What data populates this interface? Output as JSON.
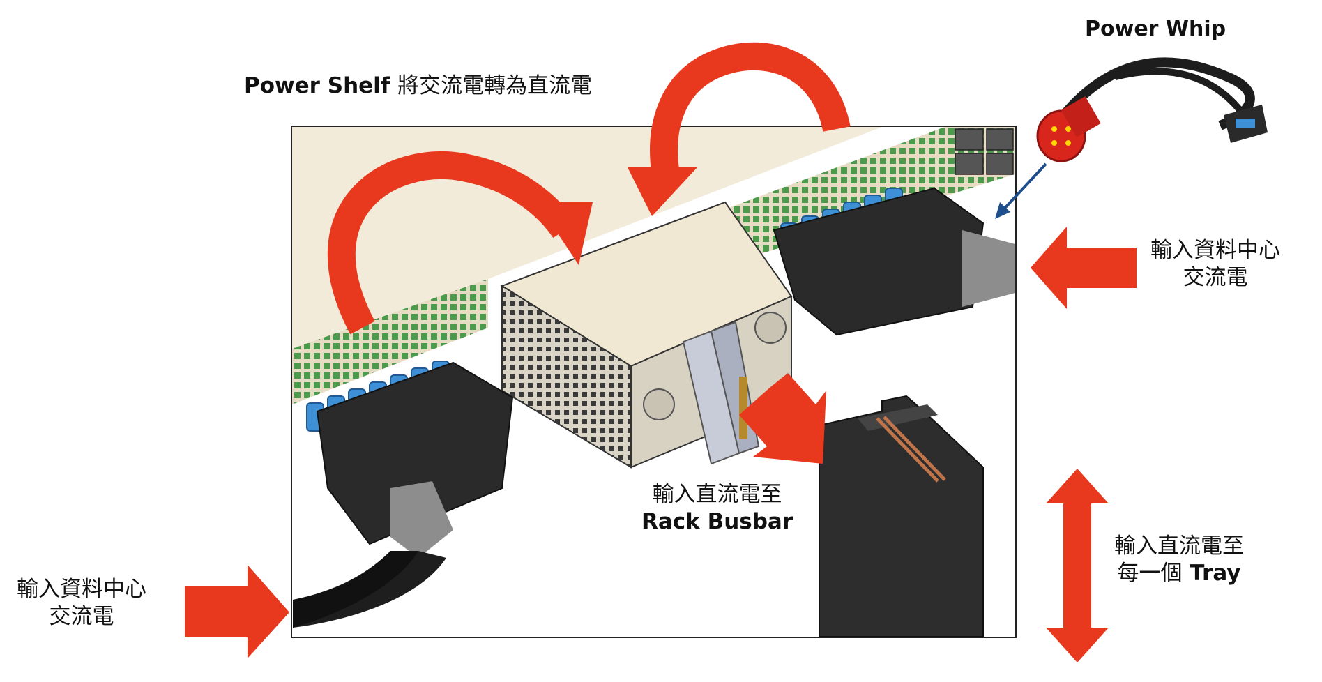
{
  "labels": {
    "power_whip": "Power Whip",
    "shelf_en": "Power Shelf",
    "shelf_zh": "將交流電轉為直流電",
    "ac_in_right_line1": "輸入資料中心",
    "ac_in_right_line2": "交流電",
    "ac_in_left_line1": "輸入資料中心",
    "ac_in_left_line2": "交流電",
    "dc_busbar_line1": "輸入直流電至",
    "dc_busbar_line2": "Rack Busbar",
    "dc_tray_line1_zh": "輸入直流電至",
    "dc_tray_line2_zh": "每一個",
    "dc_tray_line2_en": "Tray"
  },
  "colors": {
    "arrow_red": "#e8391f",
    "shelf_body": "#f3ebd9",
    "connector_black": "#2a2a2a",
    "fan_blue": "#3d8fd6",
    "vent_green": "#4c9a4c",
    "busbar_copper": "#c0744a",
    "whip_plug_red": "#d9261c",
    "pointer_blue": "#1f4e8c"
  },
  "icons": {
    "left_in_arrow": "arrow-right-icon",
    "right_in_arrow": "arrow-left-icon",
    "curved_arrow_1": "curved-arrow-icon",
    "curved_arrow_2": "curved-arrow-icon",
    "busbar_arrow": "arrow-down-right-icon",
    "tray_arrow": "arrow-up-down-icon"
  }
}
